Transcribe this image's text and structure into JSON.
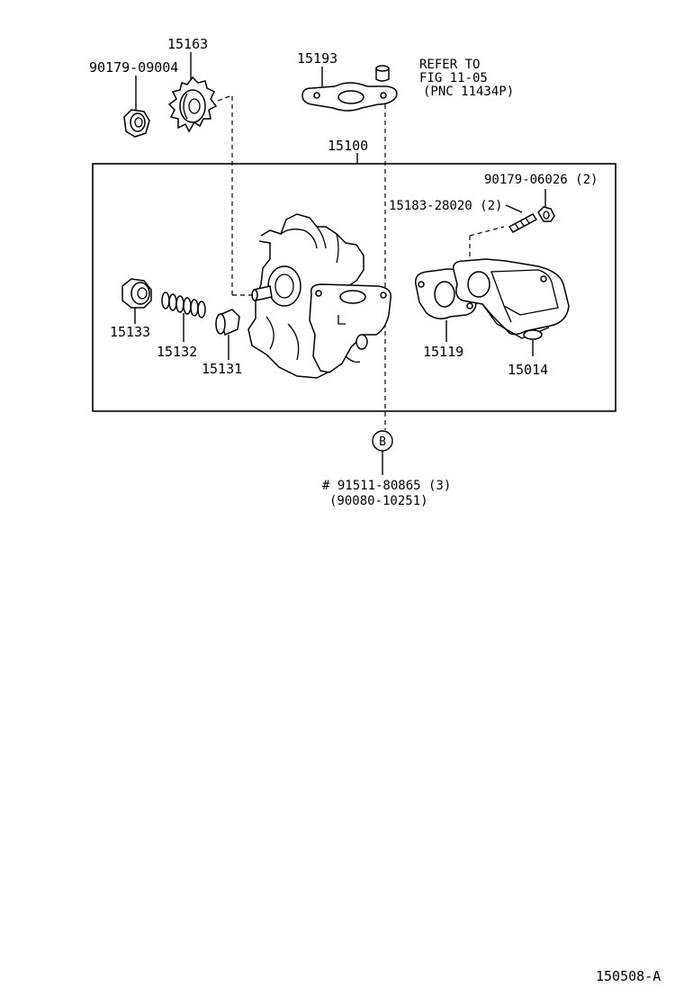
{
  "diagram": {
    "labels": {
      "sprocket": "15163",
      "nut_top": "90179-09004",
      "gasket_top": "15193",
      "refer_line1": "REFER TO",
      "refer_line2": "FIG 11-05",
      "refer_line3": "(PNC 11434P)",
      "assembly": "15100",
      "nut_right": "90179-06026 (2)",
      "stud": "15183-28020 (2)",
      "plug": "15133",
      "spring": "15132",
      "valve": "15131",
      "gasket_right": "15119",
      "cover": "15014",
      "callout_letter": "B",
      "bolt_line1": "# 91511-80865 (3)",
      "bolt_line2": "(90080-10251)",
      "figure_id": "150508-A"
    }
  }
}
